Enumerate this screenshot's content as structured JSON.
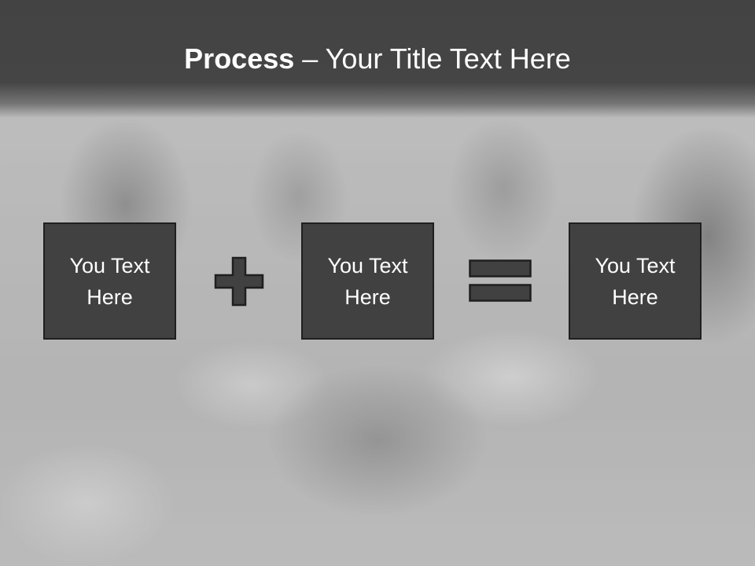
{
  "slide": {
    "title_bold": "Process",
    "title_rest": " – Your Title Text Here"
  },
  "process": {
    "steps": [
      {
        "label": "You Text Here"
      },
      {
        "label": "You Text Here"
      },
      {
        "label": "You Text Here"
      }
    ],
    "operators": [
      "plus-icon",
      "equals-icon"
    ]
  },
  "colors": {
    "title_band": "#454545",
    "box_fill": "#414141",
    "box_border": "#1f1f1f",
    "text": "#ffffff"
  }
}
